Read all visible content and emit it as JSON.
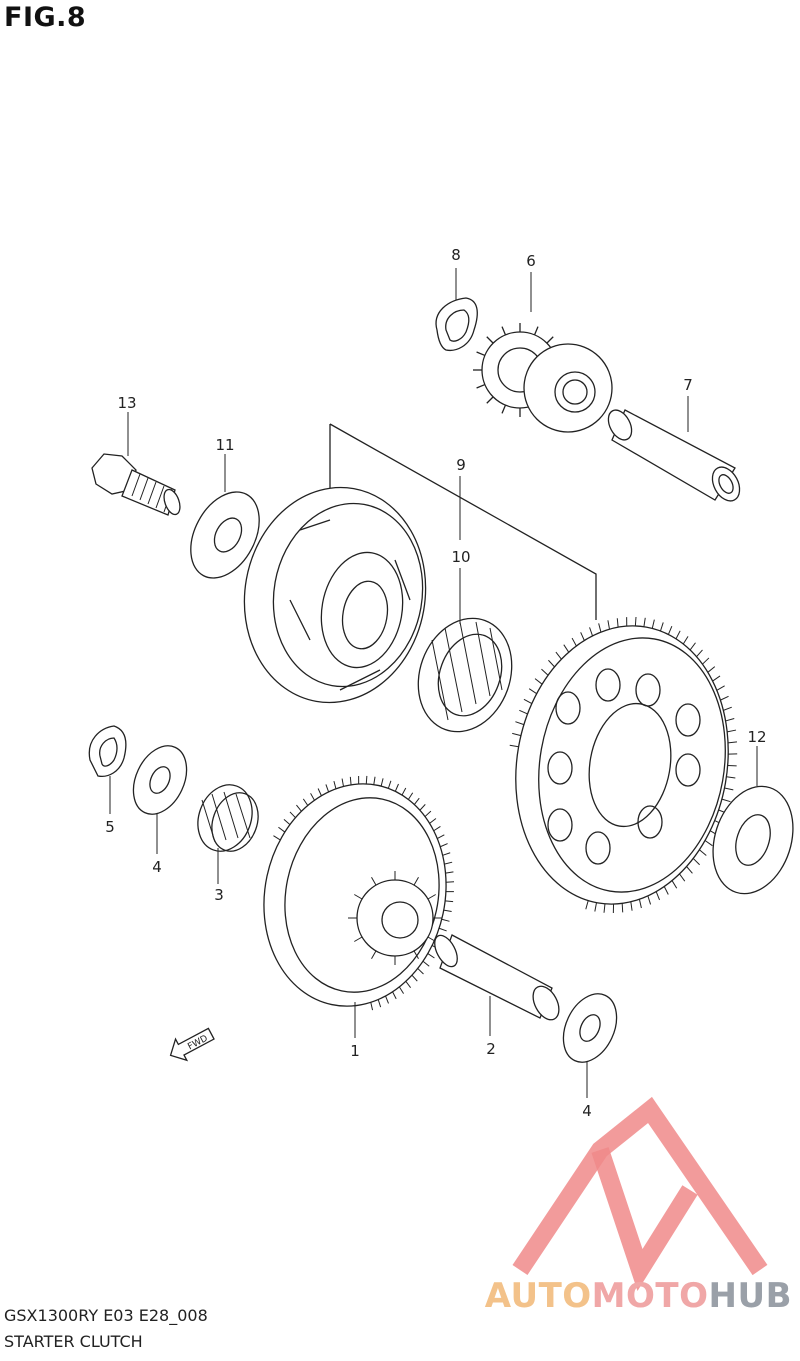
{
  "figure": {
    "title": "FIG.8"
  },
  "callouts": [
    {
      "id": "1",
      "label": "1"
    },
    {
      "id": "2",
      "label": "2"
    },
    {
      "id": "3",
      "label": "3"
    },
    {
      "id": "4a",
      "label": "4"
    },
    {
      "id": "4b",
      "label": "4"
    },
    {
      "id": "5",
      "label": "5"
    },
    {
      "id": "6",
      "label": "6"
    },
    {
      "id": "7",
      "label": "7"
    },
    {
      "id": "8",
      "label": "8"
    },
    {
      "id": "9",
      "label": "9"
    },
    {
      "id": "10",
      "label": "10"
    },
    {
      "id": "11",
      "label": "11"
    },
    {
      "id": "12",
      "label": "12"
    },
    {
      "id": "13",
      "label": "13"
    }
  ],
  "fwd_arrow": {
    "label": "FWD"
  },
  "footer": {
    "model_code": "GSX1300RY E03 E28_008",
    "section_name": "STARTER CLUTCH"
  },
  "watermark": {
    "part1": "AUTO",
    "part2": "MOTO",
    "part3": "HUB",
    "color_triangle": "#f08a8a"
  }
}
